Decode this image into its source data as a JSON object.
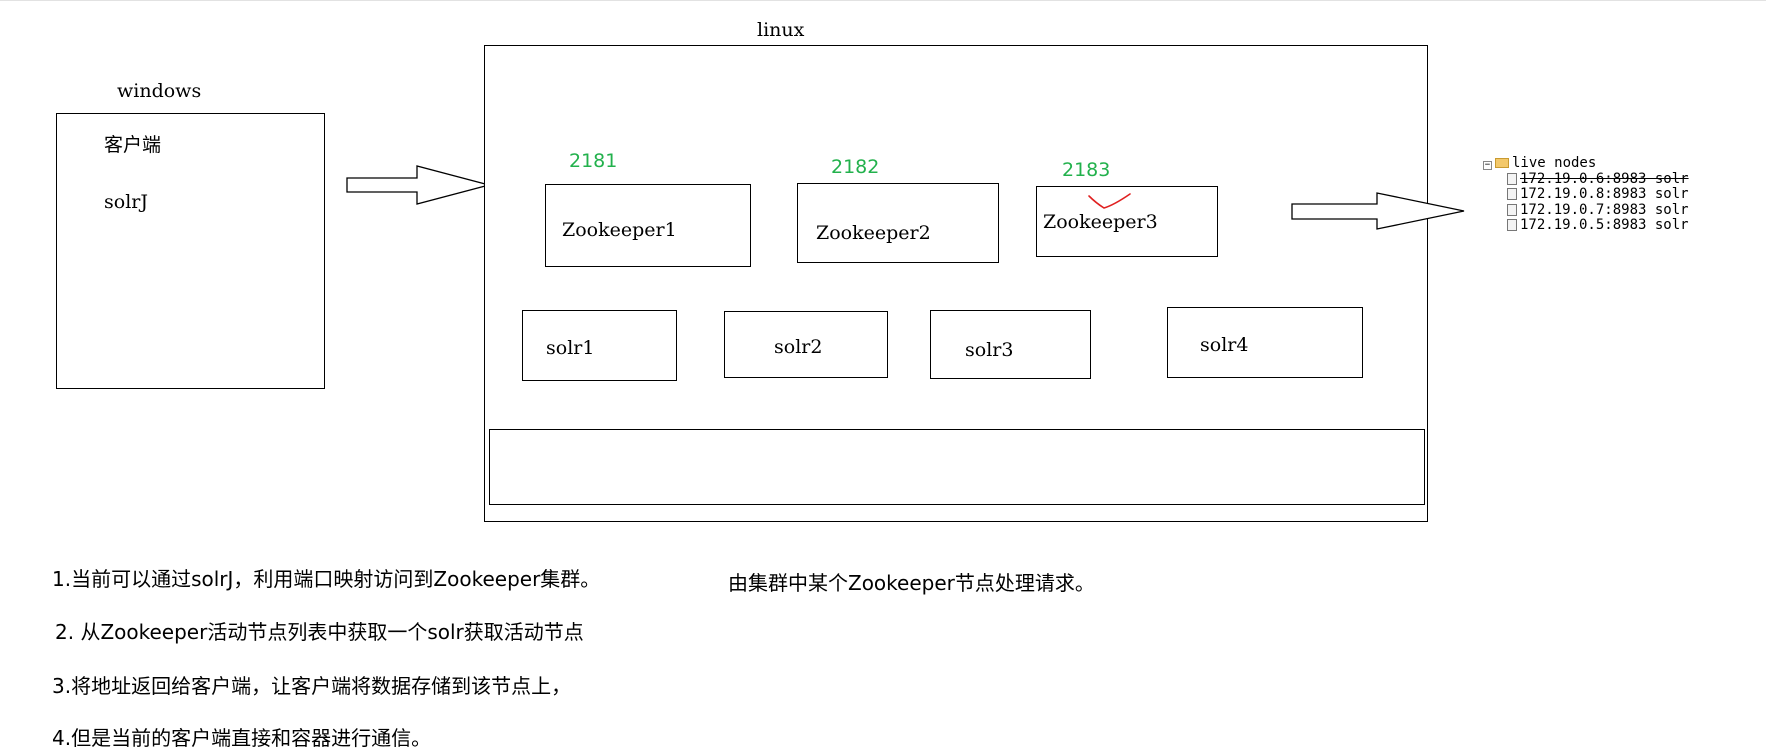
{
  "windows": {
    "title": "windows",
    "client_label": "客户端",
    "solrj_label": "solrJ"
  },
  "linux": {
    "title": "linux",
    "zookeepers": [
      {
        "port": "2181",
        "name": "Zookeeper1"
      },
      {
        "port": "2182",
        "name": "Zookeeper2"
      },
      {
        "port": "2183",
        "name": "Zookeeper3"
      }
    ],
    "solrs": [
      "solr1",
      "solr2",
      "solr3",
      "solr4"
    ]
  },
  "live_nodes": {
    "folder_label": "live nodes",
    "nodes": [
      "172.19.0.6:8983 solr",
      "172.19.0.8:8983 solr",
      "172.19.0.7:8983 solr",
      "172.19.0.5:8983 solr"
    ]
  },
  "notes": {
    "step1": "1.当前可以通过solrJ，利用端口映射访问到Zookeeper集群。",
    "step1_cont": "由集群中某个Zookeeper节点处理请求。",
    "step2": "2. 从Zookeeper活动节点列表中获取一个solr获取活动节点",
    "step3": "3.将地址返回给客户端，让客户端将数据存储到该节点上，",
    "step4": "4.但是当前的客户端直接和容器进行通信。"
  },
  "colors": {
    "port": "#22b14c",
    "annotation": "#e02020"
  }
}
